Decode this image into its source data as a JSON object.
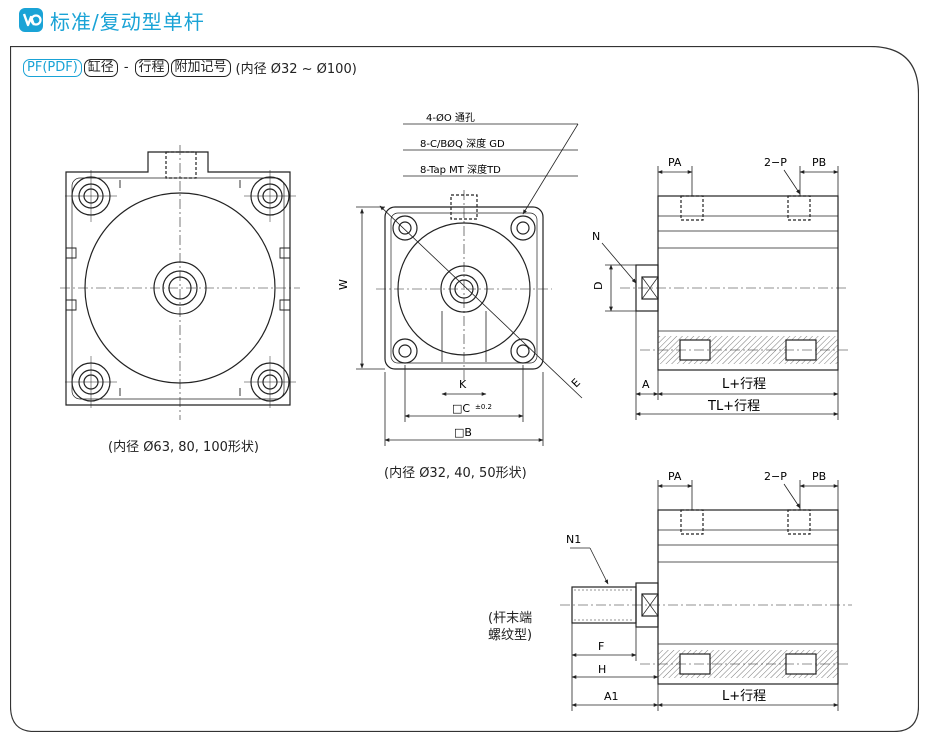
{
  "header": {
    "title": "标准/复动型单杆",
    "logo_icon": "ckd-logo-icon",
    "accent": "#1aa3d6"
  },
  "model_code": {
    "series": "PF(PDF)",
    "bore": "缸径",
    "dash": "-",
    "stroke": "行程",
    "options": "附加记号",
    "range": "(内径 Ø32 ~ Ø100)"
  },
  "captions": {
    "large_front": "(内径 Ø63, 80, 100形状)",
    "small_front": "(内径 Ø32, 40, 50形状)",
    "rod_thread": [
      "(杆末端",
      "螺纹型)"
    ]
  },
  "callouts": {
    "holes": "4-ØO 通孔",
    "cbore": "8-C/BØQ 深度 GD",
    "tap": "8-Tap MT 深度TD"
  },
  "dims": {
    "W": "W",
    "E": "E",
    "K": "K",
    "C": "□C",
    "C_tol": "±0.2",
    "B": "□B",
    "PA": "PA",
    "P2": "2−P",
    "PB": "PB",
    "N": "N",
    "D": "D",
    "A": "A",
    "L": "L+行程",
    "TL": "TL+行程",
    "N1": "N1",
    "F": "F",
    "H": "H",
    "A1": "A1"
  }
}
